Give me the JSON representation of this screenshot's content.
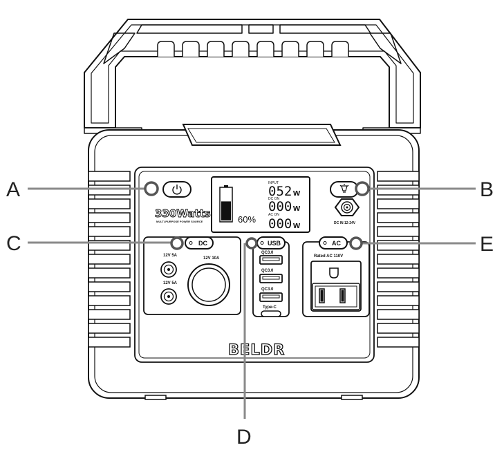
{
  "callouts": {
    "a": "A",
    "b": "B",
    "c": "C",
    "d": "D",
    "e": "E"
  },
  "branding": {
    "model": "330Watts",
    "model_sub": "MULTI-PURPOSE POWER SOURCE",
    "brand": "BELDR"
  },
  "display": {
    "input_caption": "INPUT",
    "input_value": "052",
    "input_unit": "w",
    "dc_caption": "DC ON",
    "dc_value": "000",
    "dc_unit": "w",
    "ac_caption": "AC ON",
    "ac_value": "000",
    "ac_unit": "w",
    "battery_percent": "60%",
    "battery_level": 0.6
  },
  "buttons": {
    "dc": "DC",
    "usb": "USB",
    "ac": "AC"
  },
  "labels": {
    "dc_port_1": "12V 5A",
    "dc_port_2": "12V 5A",
    "car_port": "12V 10A",
    "usb_1": "QC3.0",
    "usb_2": "QC3.0",
    "usb_3": "QC3.0",
    "type_c": "Type-C",
    "ac_outlet": "Rated AC 110V",
    "dc_in": "DC IN 12-24V"
  },
  "colors": {
    "line": "#111111",
    "background": "#ffffff",
    "callout_line": "#8a8a8a"
  }
}
